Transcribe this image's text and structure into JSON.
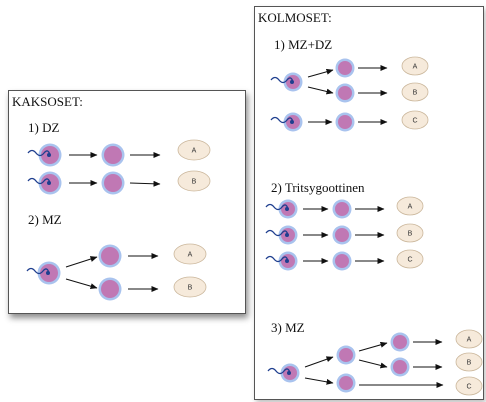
{
  "kaksoset": {
    "title": "KAKSOSET:",
    "sections": [
      {
        "label": "1)  DZ",
        "babies": [
          "A",
          "B"
        ]
      },
      {
        "label": "2)  MZ",
        "babies": [
          "A",
          "B"
        ]
      }
    ]
  },
  "kolmoset": {
    "title": "KOLMOSET:",
    "sections": [
      {
        "label": "1)  MZ+DZ",
        "babies": [
          "A",
          "B",
          "C"
        ]
      },
      {
        "label": "2)  Tritsygoottinen",
        "babies": [
          "A",
          "B",
          "C"
        ]
      },
      {
        "label": "3)  MZ",
        "babies": [
          "A",
          "B",
          "C"
        ]
      }
    ]
  },
  "colors": {
    "egg_fill": "#c078b4",
    "egg_ring": "#a9c3ee",
    "baby_fill": "#f6eadb",
    "baby_stroke": "#cbb79c",
    "sperm": "#1f3f8f",
    "arrow": "#111111"
  }
}
